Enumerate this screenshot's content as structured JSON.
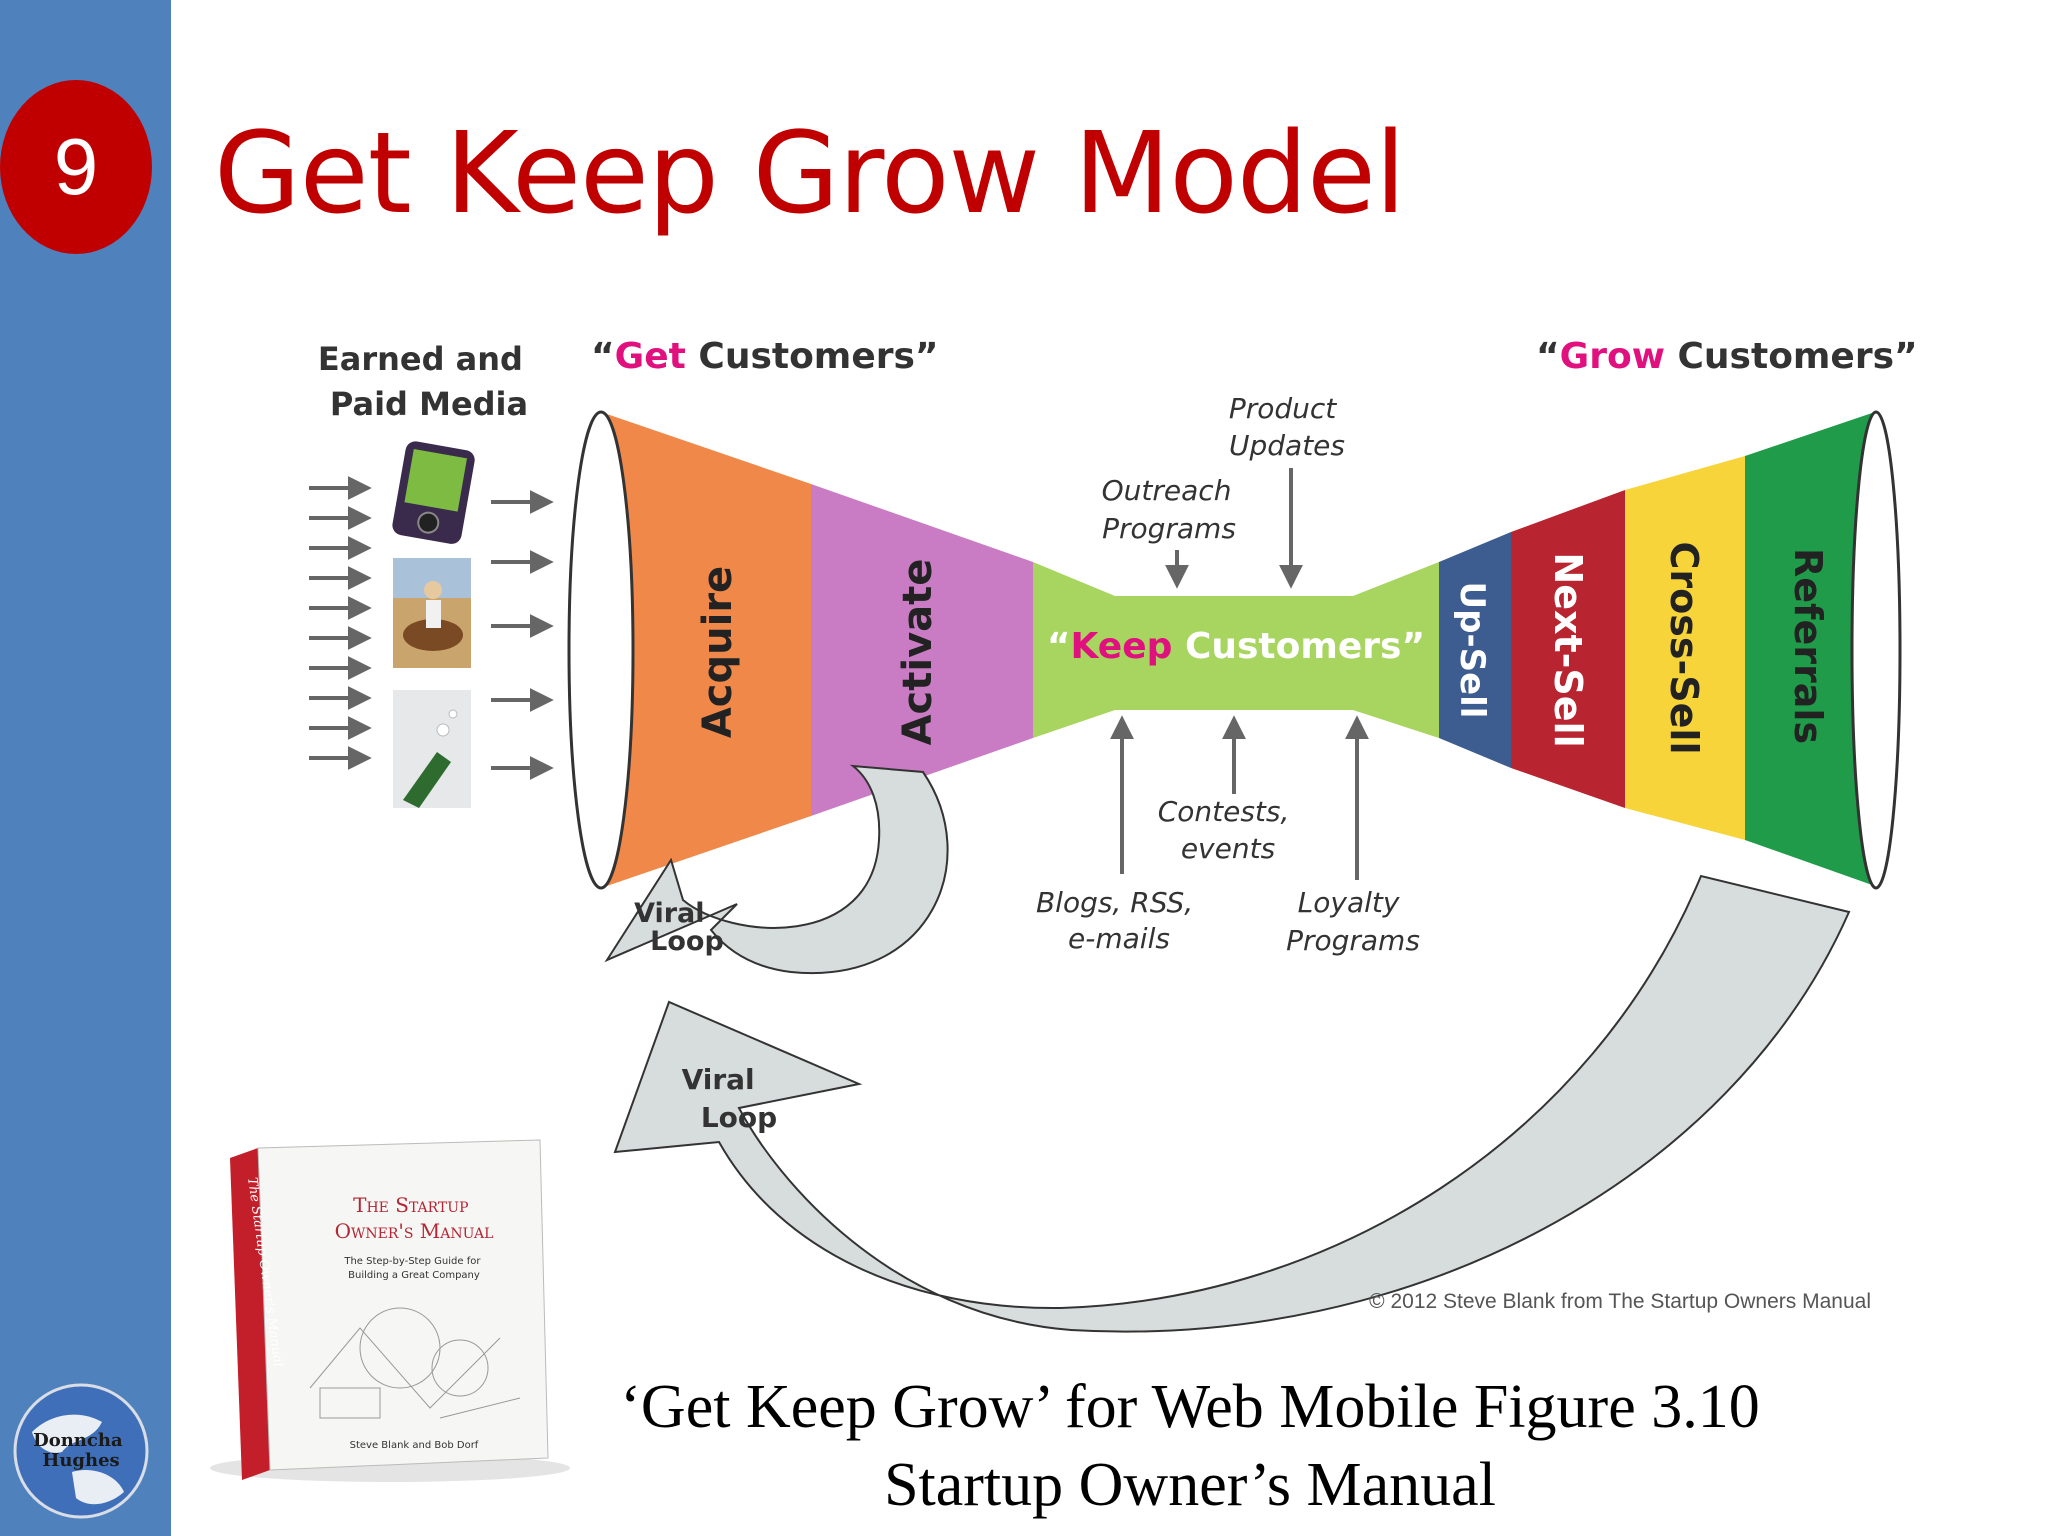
{
  "slide": {
    "number": "9",
    "title": "Get Keep Grow Model"
  },
  "diagram": {
    "media_label": [
      "Earned and",
      "Paid Media"
    ],
    "get_heading": {
      "open": "“",
      "accent": "Get",
      "rest": " Customers”"
    },
    "keep_heading": {
      "open": "“",
      "accent": "Keep",
      "rest": " Customers”"
    },
    "grow_heading": {
      "open": "“",
      "accent": "Grow",
      "rest": " Customers”"
    },
    "get_stages": [
      "Acquire",
      "Activate"
    ],
    "grow_stages": [
      "Up-Sell",
      "Next-Sell",
      "Cross-Sell",
      "Referrals"
    ],
    "keep_inputs_top": [
      {
        "lines": [
          "Outreach",
          "Programs"
        ]
      },
      {
        "lines": [
          "Product",
          "Updates"
        ]
      }
    ],
    "keep_inputs_bottom": [
      {
        "lines": [
          "Blogs, RSS,",
          "e-mails"
        ]
      },
      {
        "lines": [
          "Contests,",
          "events"
        ]
      },
      {
        "lines": [
          "Loyalty",
          "Programs"
        ]
      }
    ],
    "viral_loop_small": [
      "Viral",
      "Loop"
    ],
    "viral_loop_large": [
      "Viral",
      "Loop"
    ],
    "copyright": "© 2012 Steve Blank from The Startup Owners Manual",
    "colors": {
      "acquire": "#f0884a",
      "activate": "#c97cc4",
      "keep": "#a8d460",
      "upsell": "#3d5c8f",
      "nextsell": "#b8242f",
      "crosssell": "#f7d43a",
      "referrals": "#1f9b4a",
      "accent_magenta": "#e0117f",
      "arrow_gray": "#d7dcdc"
    }
  },
  "book": {
    "title_lines": [
      "The Startup",
      "Owner's Manual"
    ],
    "subtitle_lines": [
      "The Step-by-Step Guide for",
      "Building a Great Company"
    ],
    "authors": "Steve Blank and Bob Dorf",
    "spine": "The Startup Owner's Manual"
  },
  "logo": {
    "text_lines": [
      "Donncha",
      "Hughes"
    ]
  },
  "caption": {
    "line1": "‘Get Keep Grow’ for Web Mobile Figure 3.10",
    "line2": "Startup Owner’s Manual"
  }
}
